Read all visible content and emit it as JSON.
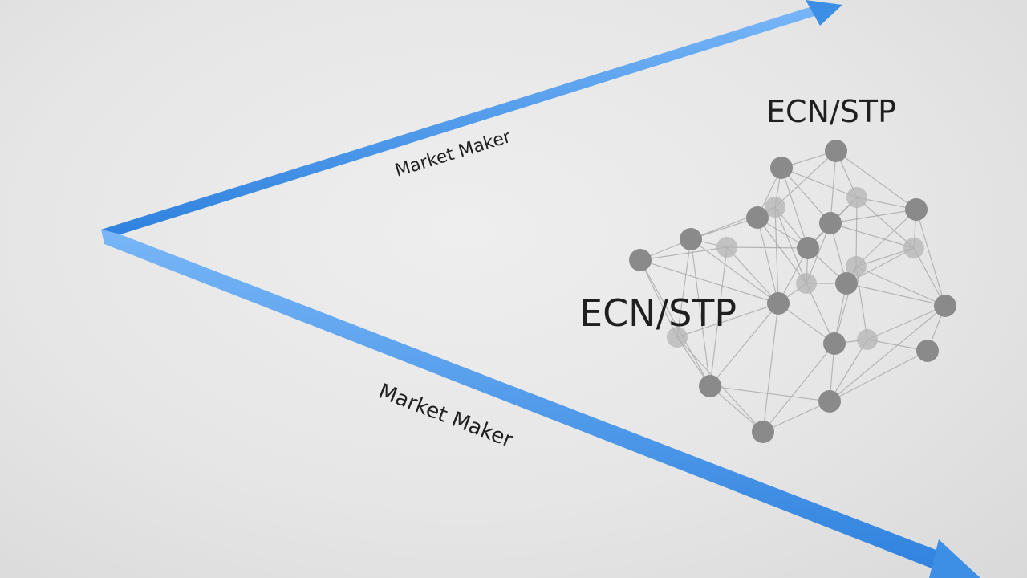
{
  "labels": {
    "upper_arrow": "Market Maker",
    "lower_arrow": "Market Maker",
    "network_top": "ECN/STP",
    "network_front": "ECN/STP"
  },
  "colors": {
    "arrow": "#3d8fe6",
    "arrow_light": "#6fb0f5",
    "node": "#8a8a8a",
    "node_faded": "#b4b4b4",
    "edge": "#a8a8a8",
    "text": "#1f1f1f"
  }
}
